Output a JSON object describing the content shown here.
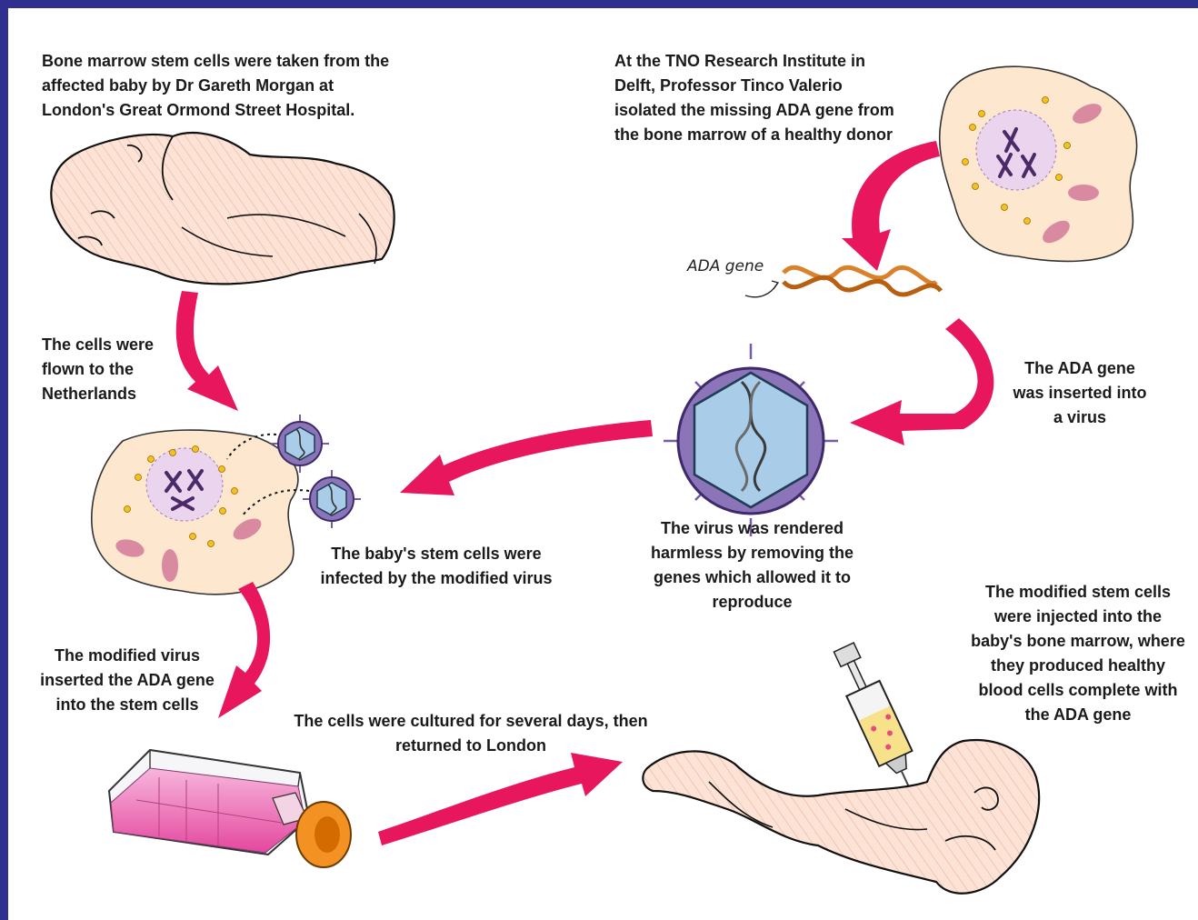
{
  "colors": {
    "frame": "#2f2f8f",
    "arrow": "#e8175d",
    "skin_fill": "#fde3d6",
    "cell_fill": "#fde7cf",
    "nucleus_fill": "#ead4ee",
    "virus_outer": "#8b74b8",
    "virus_inner": "#a9cde8",
    "dna_strand": "#d9822b",
    "flask_liquid": "#ea5fae",
    "cap": "#f39223"
  },
  "steps": {
    "harvest": "Bone marrow stem cells were taken from the affected baby by Dr Gareth Morgan at London's Great Ormond Street Hospital.",
    "isolate": "At the TNO Research Institute in Delft, Professor Tinco Valerio isolated the missing ADA gene from the bone marrow of a healthy donor",
    "gene_label": "ADA gene",
    "insert_virus": "The ADA gene was inserted into a virus",
    "flown": "The cells were flown to the Netherlands",
    "harmless": "The virus was rendered harmless by removing the genes which allowed it to reproduce",
    "infected": "The baby's stem cells were infected by the modified virus",
    "virus_inserted": "The modified virus inserted the ADA gene into the stem cells",
    "cultured": "The cells were cultured for several days, then returned to London",
    "injected": "The modified stem cells were injected into the baby's bone marrow, where they produced healthy blood cells complete with the ADA gene"
  },
  "icons": [
    "baby-illustration",
    "donor-cell",
    "dna-helix",
    "virus",
    "stem-cell",
    "small-virus",
    "culture-flask",
    "syringe",
    "infant-illustration",
    "flow-arrow"
  ]
}
